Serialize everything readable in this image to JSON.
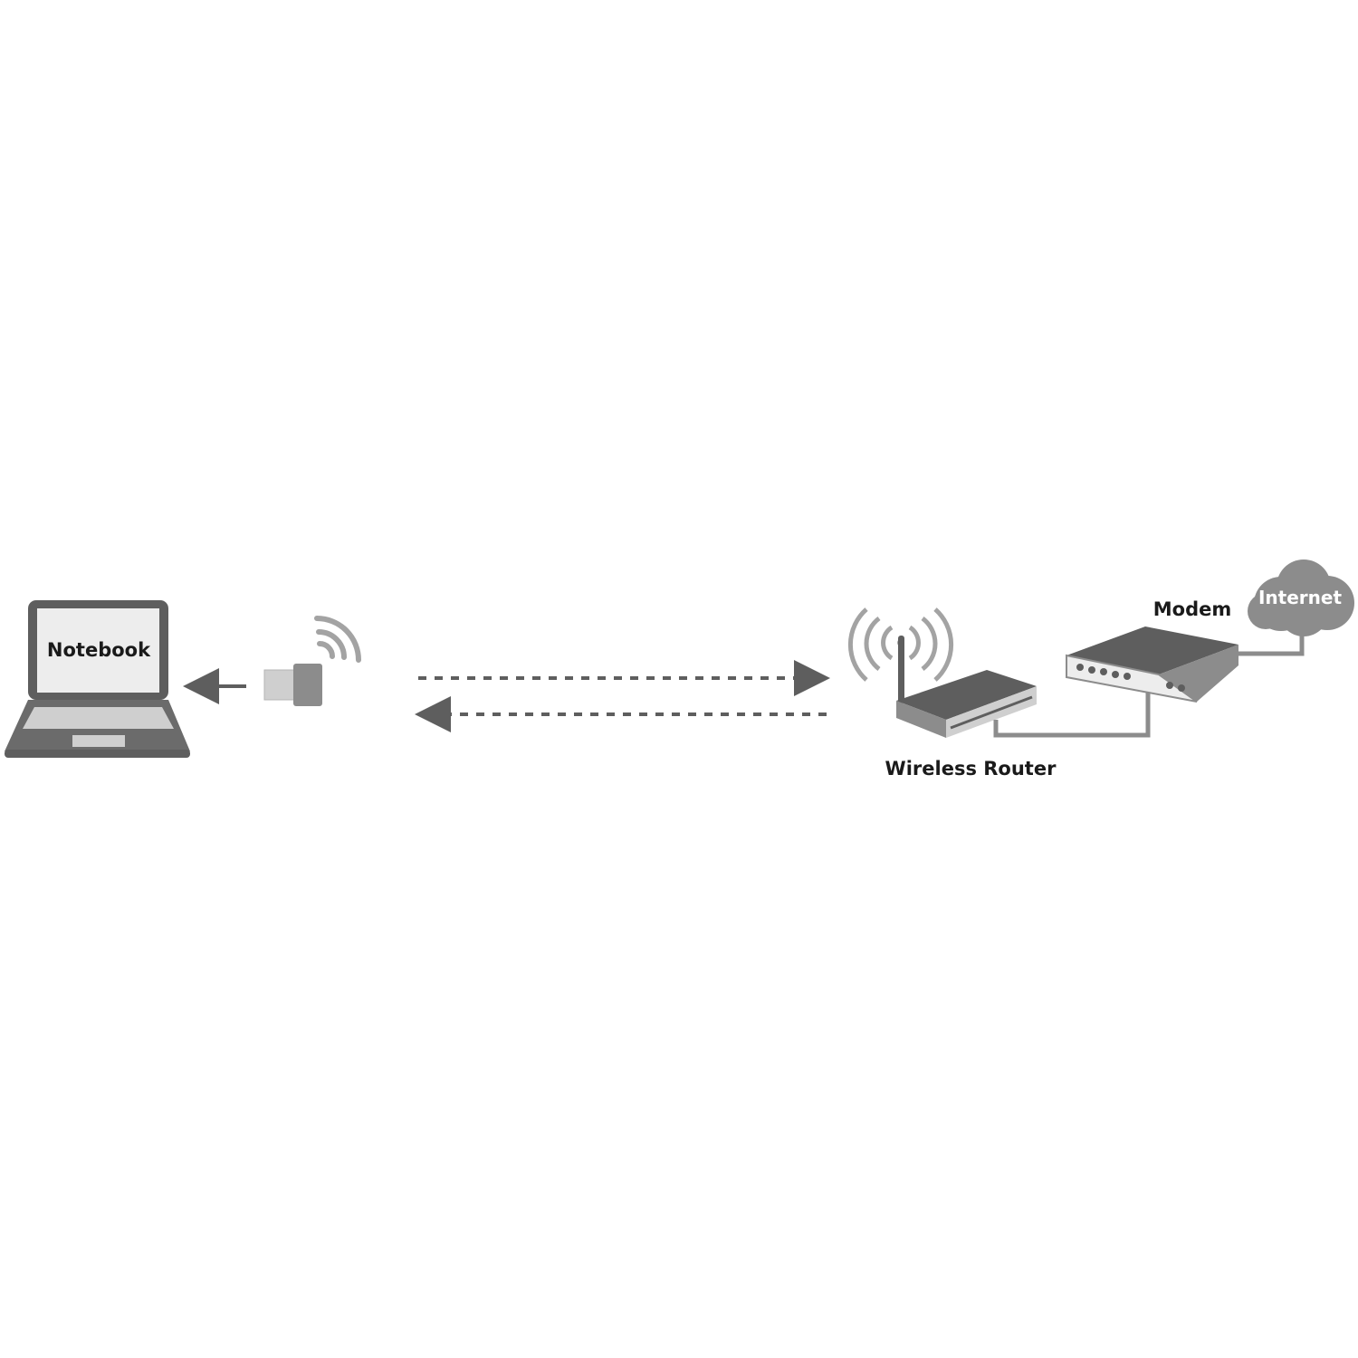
{
  "labels": {
    "notebook": "Notebook",
    "wireless_router": "Wireless Router",
    "modem": "Modem",
    "internet": "Internet"
  },
  "colors": {
    "dark": "#5e5e5e",
    "mid": "#8c8c8c",
    "light": "#cfcfcf",
    "screen": "#ededed",
    "text": "#1a1a1a",
    "cloud_text": "#ffffff"
  },
  "icons": {
    "notebook": "laptop-icon",
    "adapter": "usb-wifi-adapter-icon",
    "router": "wireless-router-icon",
    "modem": "modem-icon",
    "internet": "cloud-icon"
  }
}
